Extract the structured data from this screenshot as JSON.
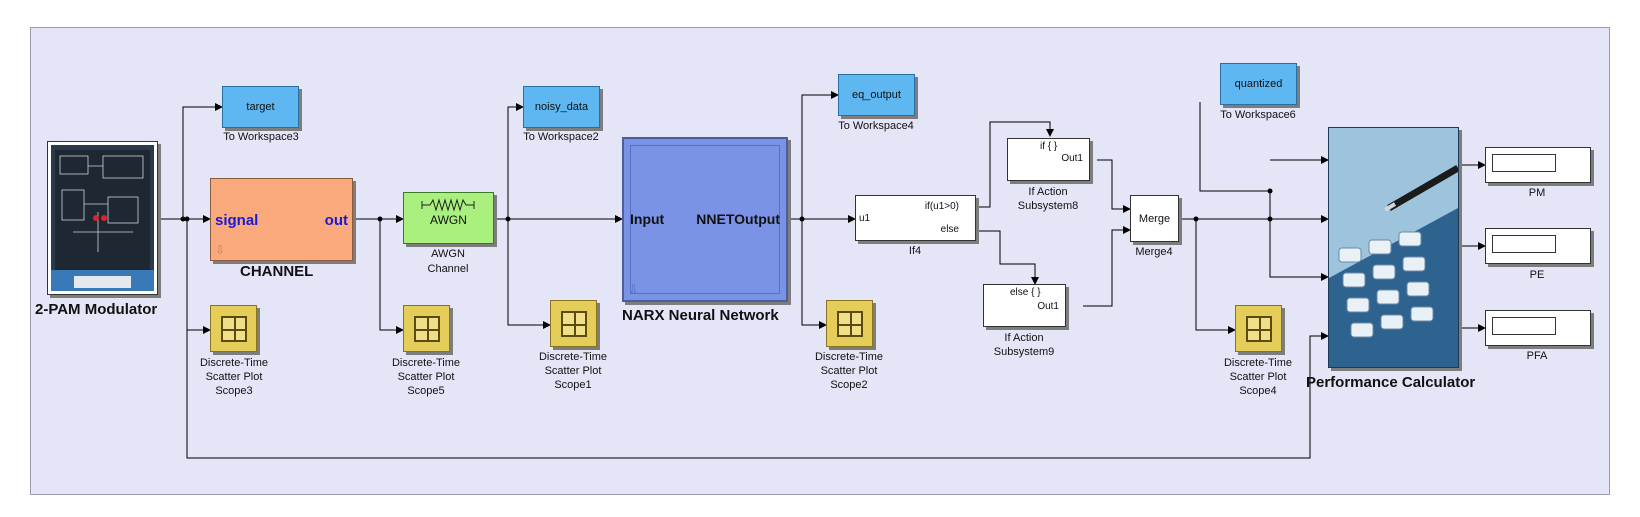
{
  "blocks": {
    "modulator": {
      "label": "2-PAM Modulator"
    },
    "target": {
      "text": "target",
      "caption": "To Workspace3"
    },
    "channel": {
      "in_port": "signal",
      "out_port": "out",
      "label": "CHANNEL"
    },
    "awgn": {
      "text": "AWGN",
      "caption1": "AWGN",
      "caption2": "Channel"
    },
    "noisy": {
      "text": "noisy_data",
      "caption": "To Workspace2"
    },
    "narx": {
      "in_port": "Input",
      "out_port": "NNETOutput",
      "label": "NARX Neural Network"
    },
    "eq": {
      "text": "eq_output",
      "caption": "To Workspace4"
    },
    "if4": {
      "in_port": "u1",
      "cond": "if(u1>0)",
      "else_port": "else",
      "label": "If4"
    },
    "ifaction8": {
      "top": "if { }",
      "out": "Out1",
      "caption1": "If Action",
      "caption2": "Subsystem8"
    },
    "ifaction9": {
      "top": "else { }",
      "out": "Out1",
      "caption1": "If Action",
      "caption2": "Subsystem9"
    },
    "merge": {
      "text": "Merge",
      "caption": "Merge4"
    },
    "quantized": {
      "text": "quantized",
      "caption": "To Workspace6"
    },
    "calc": {
      "label": "Performance Calculator"
    },
    "pm": {
      "caption": "PM"
    },
    "pe": {
      "caption": "PE"
    },
    "pfa": {
      "caption": "PFA"
    }
  },
  "scopes": [
    {
      "line1": "Discrete-Time",
      "line2": "Scatter Plot",
      "line3": "Scope3"
    },
    {
      "line1": "Discrete-Time",
      "line2": "Scatter Plot",
      "line3": "Scope5"
    },
    {
      "line1": "Discrete-Time",
      "line2": "Scatter Plot",
      "line3": "Scope1"
    },
    {
      "line1": "Discrete-Time",
      "line2": "Scatter Plot",
      "line3": "Scope2"
    },
    {
      "line1": "Discrete-Time",
      "line2": "Scatter Plot",
      "line3": "Scope4"
    }
  ],
  "colors": {
    "canvas": "#e5e5f8",
    "workspace": "#5fb7f2",
    "channel": "#fbaa7e",
    "awgn": "#a9f07e",
    "narx": "#7b93e6",
    "scope": "#e5cd5a"
  }
}
